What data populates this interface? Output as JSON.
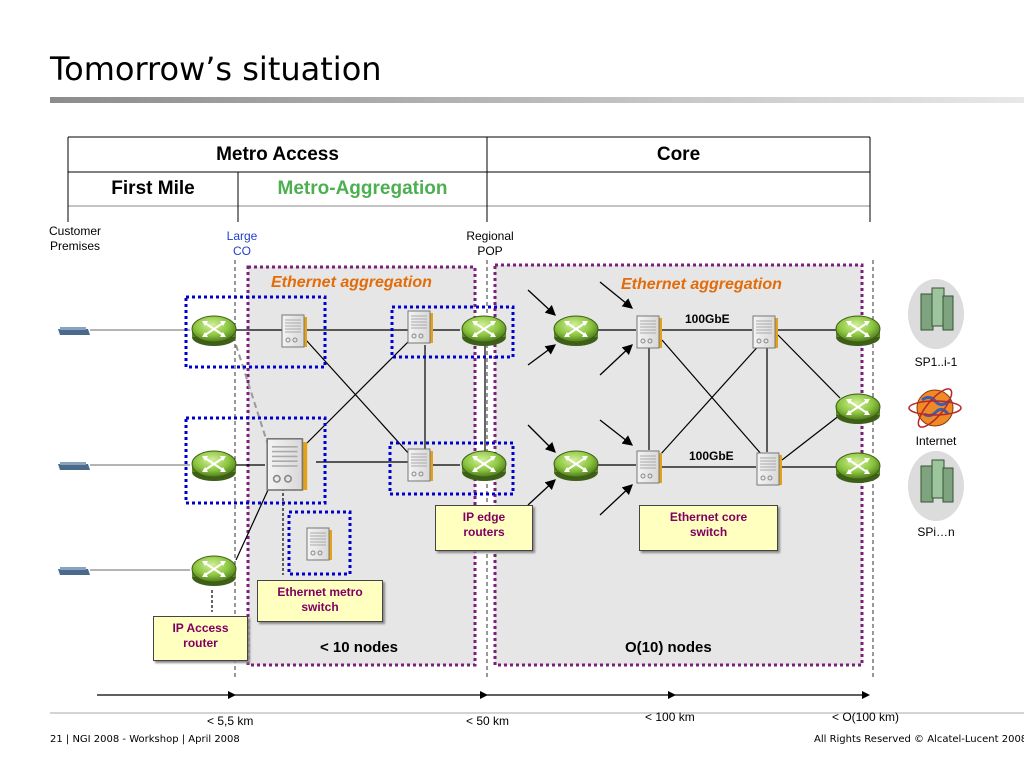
{
  "slide": {
    "title": "Tomorrow’s situation",
    "footer_left": "21 | NGI 2008 - Workshop  | April 2008",
    "footer_right": "All Rights Reserved © Alcatel-Lucent 2008"
  },
  "header_table": {
    "metro_access": "Metro Access",
    "core": "Core",
    "first_mile": "First Mile",
    "metro_aggregation": "Metro-Aggregation",
    "metro_aggregation_color": "#4caf50"
  },
  "locations": {
    "customer_premises_1": "Customer",
    "customer_premises_2": "Premises",
    "large_co_1": "Large",
    "large_co_2": "CO",
    "regional_pop_1": "Regional",
    "regional_pop_2": "POP"
  },
  "regions": {
    "metro_eth_aggregation": "Ethernet aggregation",
    "core_eth_aggregation": "Ethernet aggregation",
    "metro_nodes": "< 10 nodes",
    "core_nodes": "O(10) nodes"
  },
  "links": {
    "top_core_link": "100GbE",
    "bottom_core_link": "100GbE"
  },
  "callouts": {
    "ip_access_router_1": "IP Access",
    "ip_access_router_2": "router",
    "ethernet_metro_switch_1": "Ethernet metro",
    "ethernet_metro_switch_2": "switch",
    "ip_edge_routers_1": "IP edge",
    "ip_edge_routers_2": "routers",
    "ethernet_core_switch_1": "Ethernet core",
    "ethernet_core_switch_2": "switch"
  },
  "providers": {
    "sp_top": "SP1..i-1",
    "internet": "Internet",
    "sp_bottom": "SPi…n"
  },
  "distances": {
    "d1": "< 5,5 km",
    "d2": "< 50 km",
    "d3": "< 100 km",
    "d4": "< O(100 km)"
  },
  "colors": {
    "router_green": "#8cc63f",
    "eth_orange": "#e36c0a",
    "blue_dotted": "#0000cc",
    "purple_dotted": "#7a1f7a",
    "callout_text": "#800060",
    "callout_fill": "#ffffc0"
  }
}
